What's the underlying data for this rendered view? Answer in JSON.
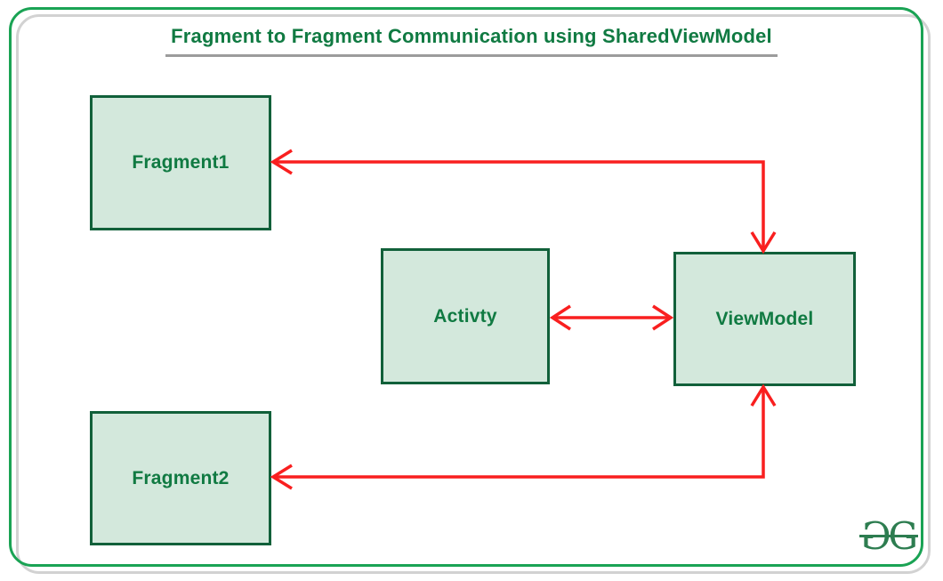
{
  "theme": {
    "green-frame": "#1aa354",
    "green-border": "#11603a",
    "green-text": "#107a42",
    "green-logo": "#2d7d50",
    "node-fill": "#d3e8dc",
    "arrow-red": "#f91f1f",
    "underline-gray": "#9c9c9c",
    "shadow-gray": "#d2d2d2"
  },
  "title": {
    "text": "Fragment to Fragment Communication using SharedViewModel"
  },
  "diagram": {
    "nodes": [
      {
        "id": "fragment1",
        "label": "Fragment1"
      },
      {
        "id": "activity",
        "label": "Activty"
      },
      {
        "id": "viewmodel",
        "label": "ViewModel"
      },
      {
        "id": "fragment2",
        "label": "Fragment2"
      }
    ],
    "edges": [
      {
        "from": "viewmodel",
        "to": "fragment1",
        "direction": "bidirectional",
        "shape": "elbow"
      },
      {
        "from": "activity",
        "to": "viewmodel",
        "direction": "bidirectional",
        "shape": "straight"
      },
      {
        "from": "viewmodel",
        "to": "fragment2",
        "direction": "bidirectional",
        "shape": "elbow"
      }
    ]
  },
  "logo": {
    "left_glyph": "G",
    "right_glyph": "G"
  }
}
